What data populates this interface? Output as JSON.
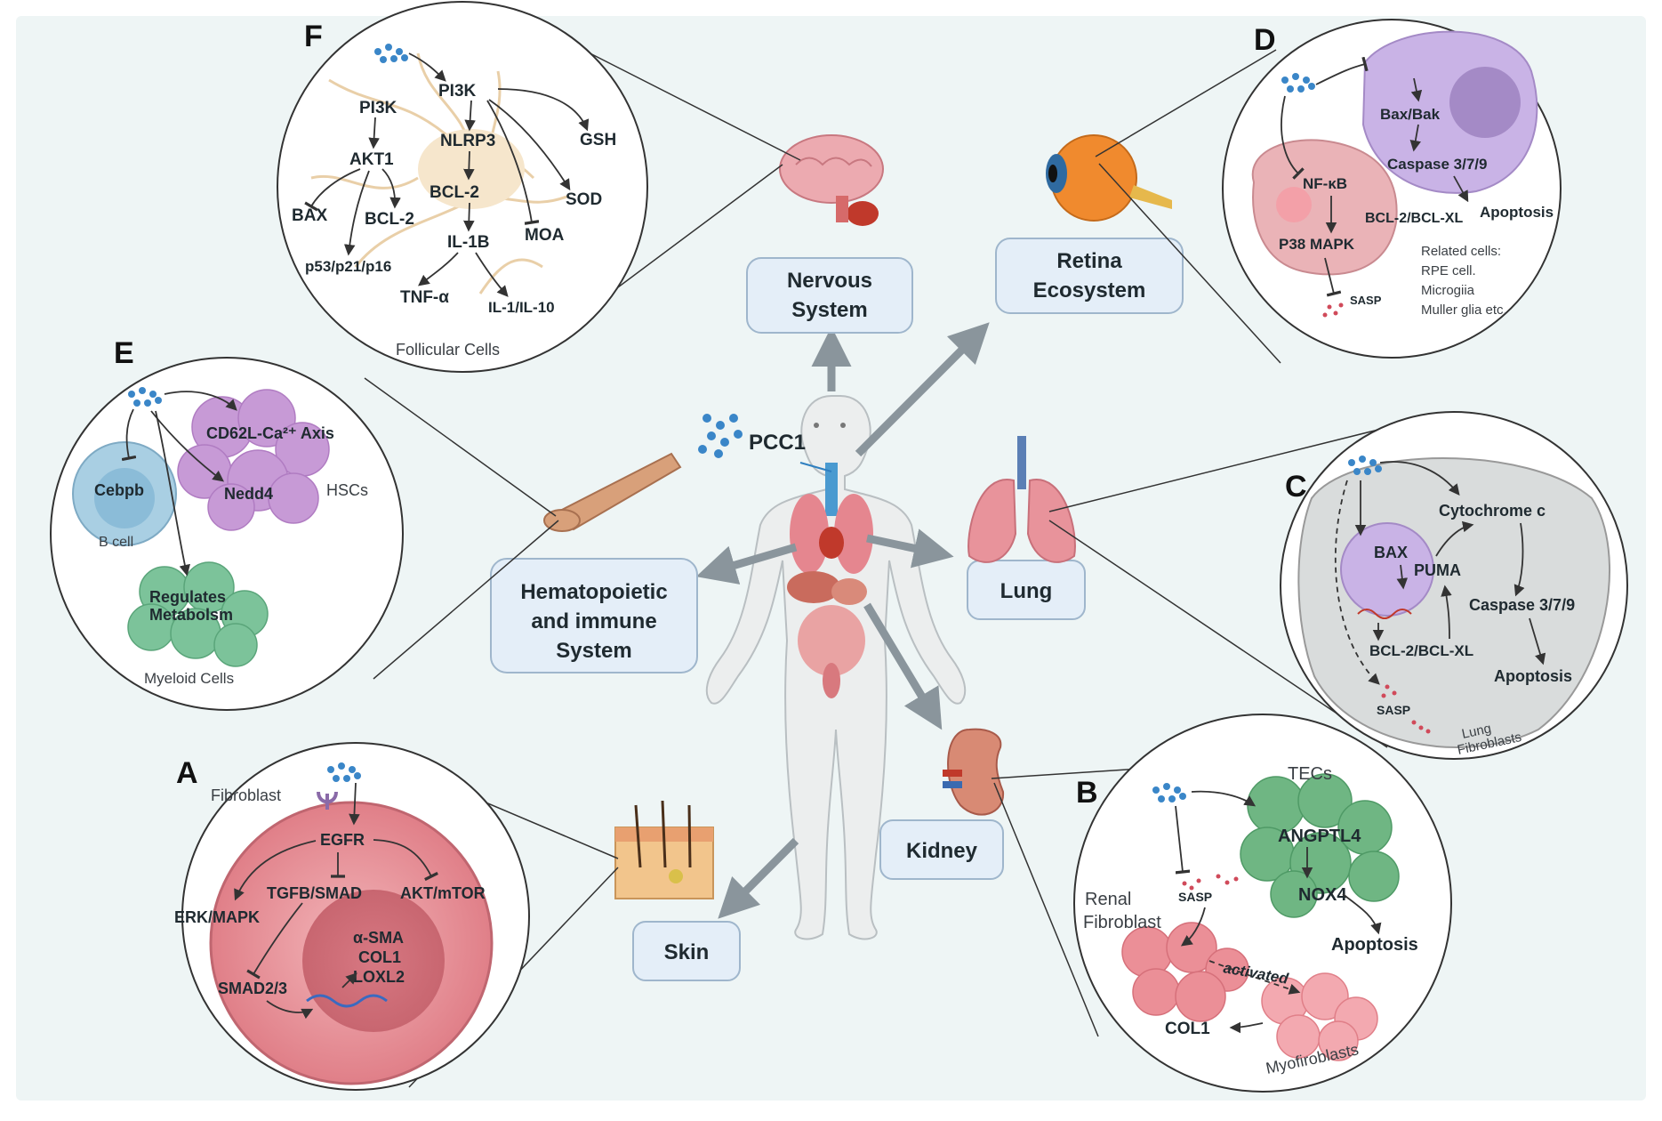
{
  "center": {
    "label": "PCC1"
  },
  "organs": {
    "nervous": [
      "Nervous",
      "System"
    ],
    "retina": [
      "Retina",
      "Ecosystem"
    ],
    "hemato": [
      "Hematopoietic",
      "and immune",
      "System"
    ],
    "lung": "Lung",
    "kidney": "Kidney",
    "skin": "Skin"
  },
  "panel_f": {
    "letter": "F",
    "nodes": [
      "PI3K",
      "PI3K",
      "GSH",
      "NLRP3",
      "AKT1",
      "BCL-2",
      "SOD",
      "BAX",
      "BCL-2",
      "MOA",
      "IL-1B",
      "p53/p21/p16",
      "TNF-α",
      "IL-1/IL-10"
    ],
    "caption": "Follicular Cells"
  },
  "panel_d": {
    "letter": "D",
    "nodes": [
      "Bax/Bak",
      "Caspase 3/7/9",
      "NF-κB",
      "BCL-2/BCL-XL",
      "Apoptosis",
      "P38 MAPK",
      "SASP"
    ],
    "related": [
      "Related cells:",
      "RPE cell.",
      "Microgiia",
      "Muller glia etc."
    ]
  },
  "panel_e": {
    "letter": "E",
    "nodes": [
      "CD62L-Ca²⁺ Axis",
      "Cebpb",
      "Nedd4",
      "HSCs",
      "B cell",
      "Regulates",
      "Metabolsm",
      "Myeloid Cells"
    ]
  },
  "panel_c": {
    "letter": "C",
    "nodes": [
      "Cytochrome c",
      "BAX",
      "PUMA",
      "Caspase 3/7/9",
      "BCL-2/BCL-XL",
      "Apoptosis",
      "SASP",
      "Lung",
      "Fibroblasts"
    ]
  },
  "panel_a": {
    "letter": "A",
    "nodes": [
      "Fibroblast",
      "EGFR",
      "TGFB/SMAD",
      "AKT/mTOR",
      "ERK/MAPK",
      "α-SMA",
      "COL1",
      "LOXL2",
      "SMAD2/3"
    ]
  },
  "panel_b": {
    "letter": "B",
    "nodes": [
      "TECs",
      "ANGPTL4",
      "NOX4",
      "Apoptosis",
      "Renal",
      "Fibroblast",
      "SASP",
      "activated",
      "COL1",
      "Myofiroblasts"
    ]
  },
  "colors": {
    "panel_bg": "#eef5f5",
    "box_fill": "#e4eef8",
    "box_stroke": "#9fb6cc",
    "arrow_grey": "#8a959c",
    "drug_dots": "#3a86c8",
    "hsc_purple": "#c79ad6",
    "bcell_blue": "#a9cfe3",
    "myeloid_green": "#7cc39a",
    "fibro_pink": "#e69aa1",
    "tec_green": "#6fb683",
    "retina_purple": "#c9b3e6"
  }
}
